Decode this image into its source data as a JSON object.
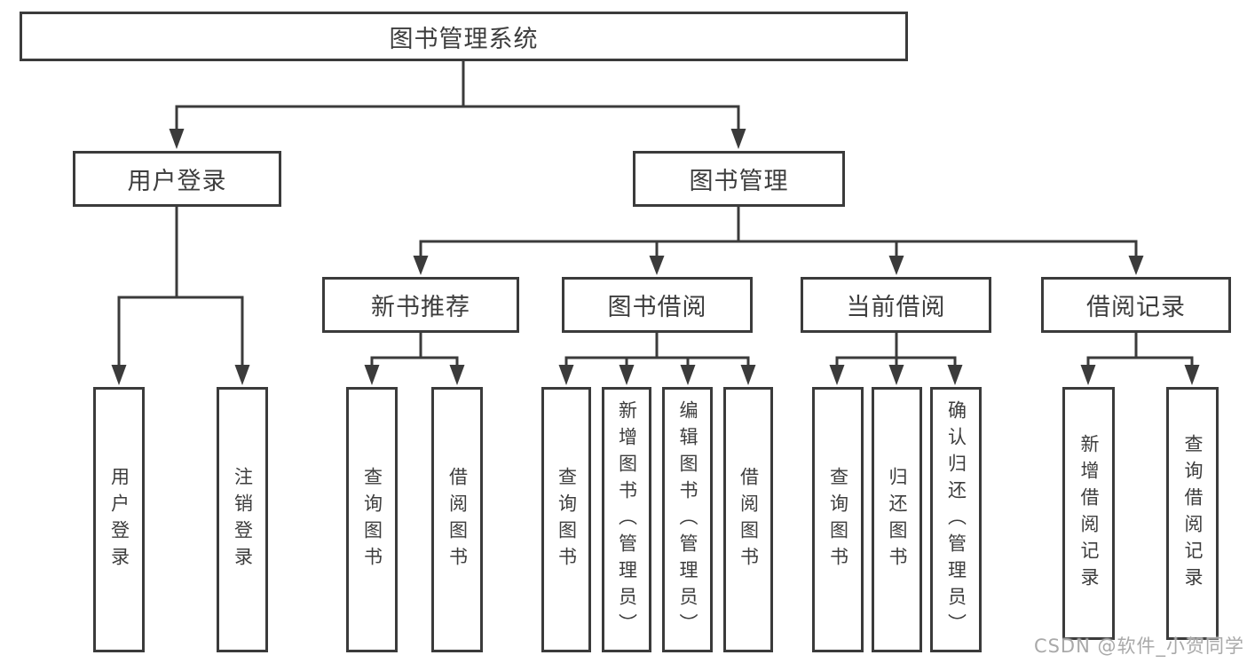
{
  "diagram": {
    "root": {
      "label": "图书管理系统",
      "children": [
        {
          "label": "用户登录",
          "children": [
            {
              "label": "用户登录"
            },
            {
              "label": "注销登录"
            }
          ]
        },
        {
          "label": "图书管理",
          "children": [
            {
              "label": "新书推荐",
              "children": [
                {
                  "label": "查询图书"
                },
                {
                  "label": "借阅图书"
                }
              ]
            },
            {
              "label": "图书借阅",
              "children": [
                {
                  "label": "查询图书"
                },
                {
                  "label": "新增图书（管理员）"
                },
                {
                  "label": "编辑图书（管理员）"
                },
                {
                  "label": "借阅图书"
                }
              ]
            },
            {
              "label": "当前借阅",
              "children": [
                {
                  "label": "查询图书"
                },
                {
                  "label": "归还图书"
                },
                {
                  "label": "确认归还（管理员）"
                }
              ]
            },
            {
              "label": "借阅记录",
              "children": [
                {
                  "label": "新增借阅记录"
                },
                {
                  "label": "查询借阅记录"
                }
              ]
            }
          ]
        }
      ]
    }
  },
  "watermark": {
    "text": "CSDN @软件_小贺同学"
  },
  "colors": {
    "line": "#3b3b3b",
    "text": "#3d3d3d",
    "box_background": "#ffffff",
    "watermark": "#a9a9a9"
  }
}
